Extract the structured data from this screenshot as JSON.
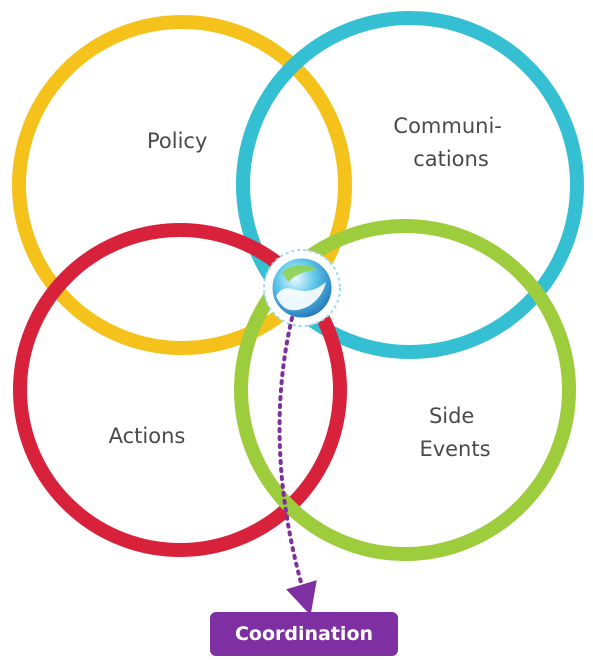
{
  "diagram": {
    "circles": [
      {
        "label_lines": [
          "Policy"
        ],
        "color": "#f5c21b"
      },
      {
        "label_lines": [
          "Communi-",
          "cations"
        ],
        "color": "#35bfd3"
      },
      {
        "label_lines": [
          "Actions"
        ],
        "color": "#d8213a"
      },
      {
        "label_lines": [
          "Side",
          "Events"
        ],
        "color": "#9dcc3c"
      }
    ],
    "overlap_color": "#7e2fa2",
    "center_icon": "globe-water-logo-icon",
    "arrow_color": "#7e2fa2",
    "badge": {
      "label": "Coordination",
      "color": "#7e2fa2"
    }
  }
}
